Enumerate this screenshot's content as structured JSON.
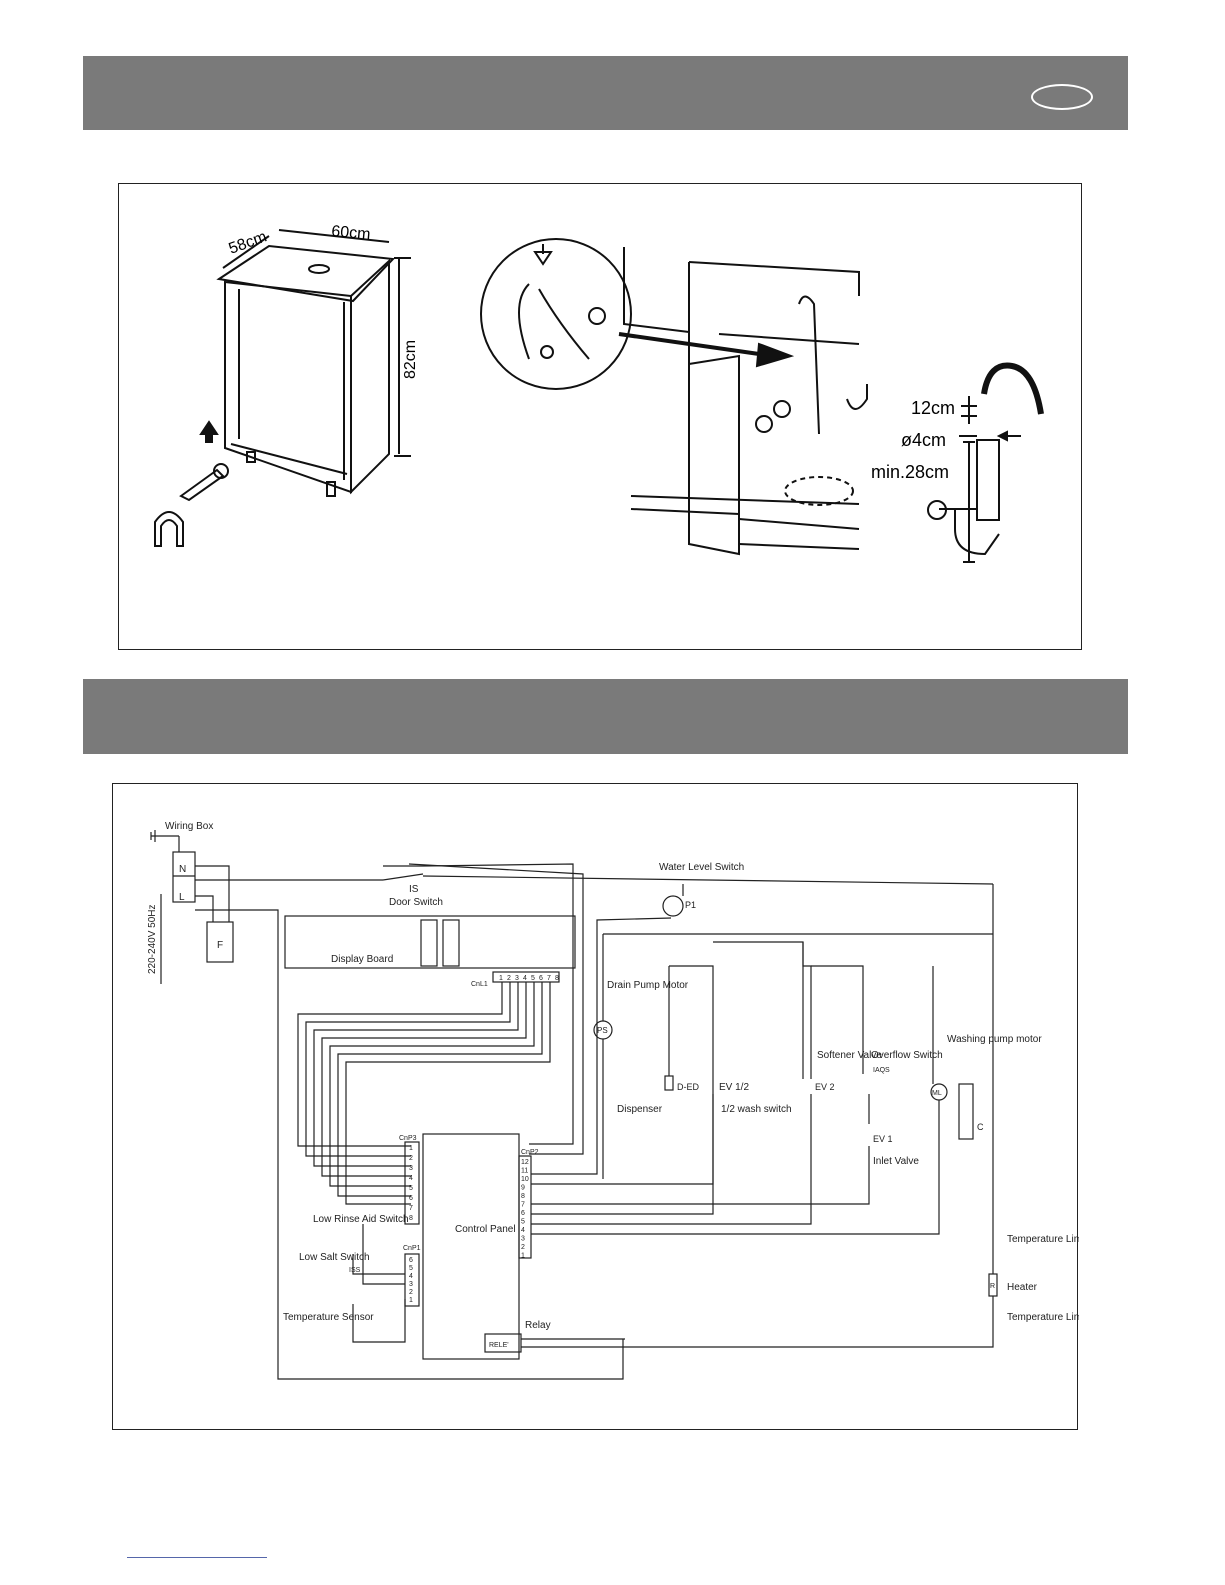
{
  "install": {
    "depth_label": "58cm",
    "width_label": "60cm",
    "height_label": "82cm",
    "hose_height_label": "12cm",
    "diameter_label": "ø4cm",
    "min_height_label": "min.28cm"
  },
  "wiring": {
    "wiring_box": "Wiring Box",
    "neutral": "N",
    "live": "L",
    "fuse": "F",
    "voltage": "220-240V  50Hz",
    "is": "IS",
    "door_switch": "Door Switch",
    "display_board": "Display Board",
    "cnl1": "CnL1",
    "cnl1_pins": [
      "1",
      "2",
      "3",
      "4",
      "5",
      "6",
      "7",
      "8"
    ],
    "water_level_switch": "Water Level Switch",
    "p1": "P1",
    "drain_pump_motor": "Drain Pump Motor",
    "ps": "PS",
    "dispenser": "Dispenser",
    "ded": "D-ED",
    "ev12": "EV 1/2",
    "half_wash_switch": "1/2 wash switch",
    "softener_valve": "Softener Valve",
    "ev2": "EV 2",
    "overflow_switch": "Overflow Switch",
    "iaqs": "IAQS",
    "ev1": "EV 1",
    "inlet_valve": "Inlet Valve",
    "washing_pump_motor": "Washing pump motor",
    "ml": "ML",
    "capacitor": "C",
    "cnp3": "CnP3",
    "cnp3_pins": [
      "1",
      "2",
      "3",
      "4",
      "5",
      "6",
      "7",
      "8"
    ],
    "cnp2": "CnP2",
    "cnp2_pins": [
      "12",
      "11",
      "10",
      "9",
      "8",
      "7",
      "6",
      "5",
      "4",
      "3",
      "2",
      "1"
    ],
    "control_panel": "Control Panel",
    "low_rinse_aid_switch": "Low Rinse Aid Switch",
    "low_salt_switch": "Low Salt Switch",
    "iss": "ISS",
    "cnp1": "CnP1",
    "cnp1_pins": [
      "6",
      "5",
      "4",
      "3",
      "2",
      "1"
    ],
    "temperature_sensor": "Temperature Sensor",
    "relay": "Relay",
    "rele": "RELE'",
    "temperature_limiter_1": "Temperature Limiter",
    "heater": "Heater",
    "heater_symbol": "R",
    "temperature_limiter_2": "Temperature Limiter"
  }
}
